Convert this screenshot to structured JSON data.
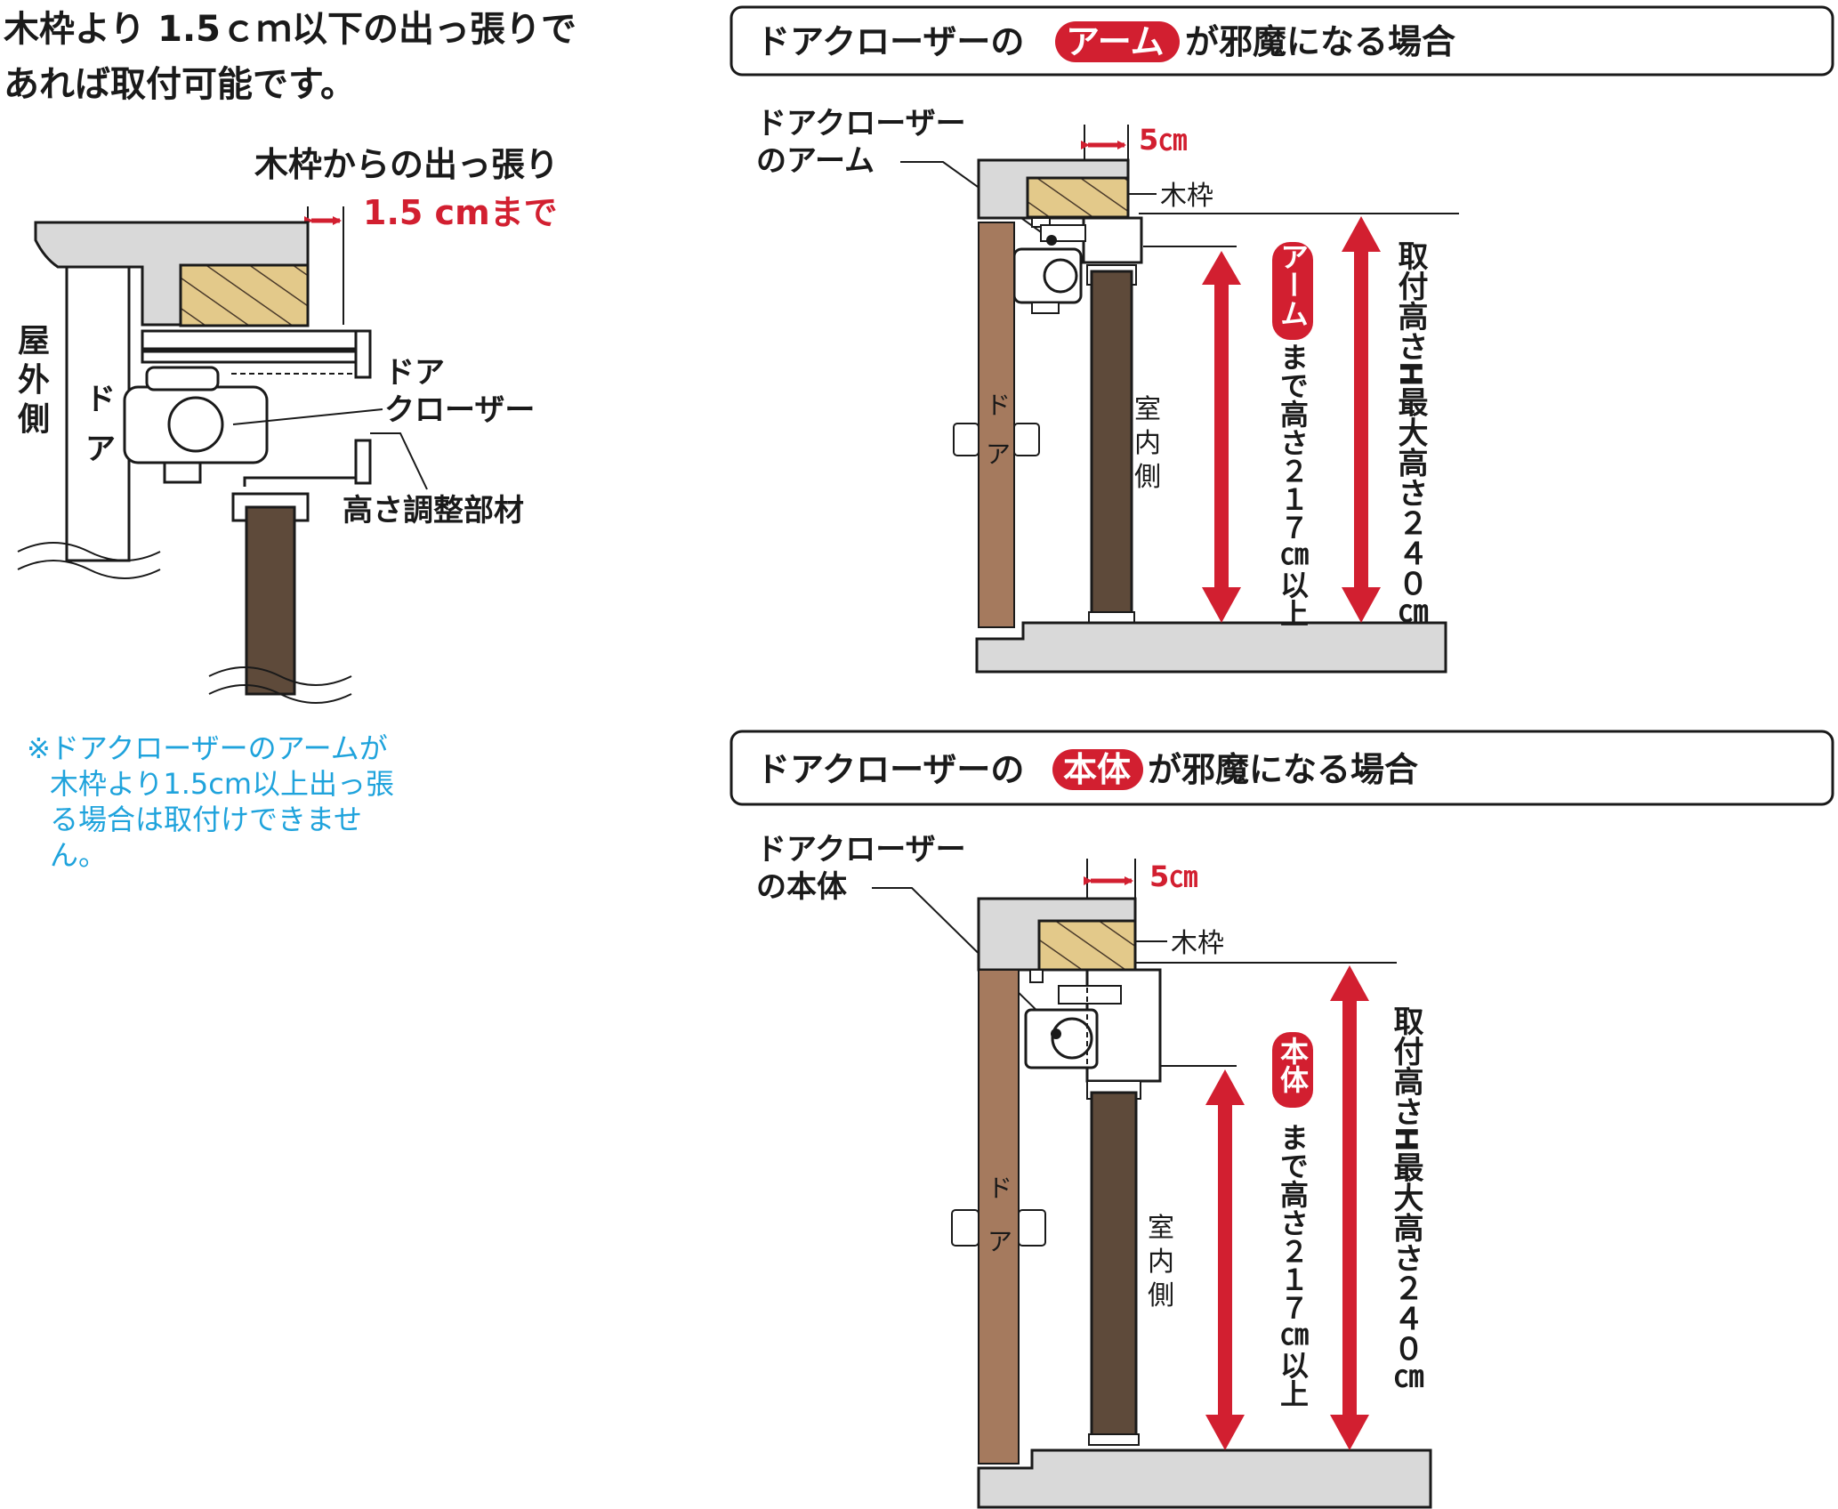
{
  "left": {
    "title": {
      "line1": "木枠より 1.5ｃｍ以下の出っ張りで",
      "line2": "あれば取付可能です。"
    },
    "protrusion_label": "木枠からの出っ張り",
    "protrusion_value": "1.5 cmまで",
    "outdoor_label": "屋外側",
    "door_label": "ドア",
    "closer_label_1": "ドア",
    "closer_label_2": "クローザー",
    "adjust_label": "高さ調整部材",
    "note": {
      "line1": "※ドアクローザーのアームが",
      "line2": "木枠より1.5cm以上出っ張",
      "line3": "る場合は取付けできませ",
      "line4": "ん。"
    }
  },
  "panel_arm": {
    "heading_pre": "ドアクローザーの",
    "heading_badge": "アーム",
    "heading_post": "が邪魔になる場合",
    "callout_line1": "ドアクローザー",
    "callout_line2": "のアーム",
    "dim_label": "5㎝",
    "frame_label": "木枠",
    "door_label": "ドア",
    "indoor_label": "室内側",
    "badge": "アーム",
    "min_text": "まで高さ２１７㎝以上",
    "max_text": "取付高さH最大高さ２４０㎝"
  },
  "panel_body": {
    "heading_pre": "ドアクローザーの",
    "heading_badge": "本体",
    "heading_post": "が邪魔になる場合",
    "callout_line1": "ドアクローザー",
    "callout_line2": "の本体",
    "dim_label": "5㎝",
    "frame_label": "木枠",
    "door_label": "ドア",
    "indoor_label": "室内側",
    "badge": "本体",
    "min_text": "まで高さ２１７㎝以上",
    "max_text": "取付高さH最大高さ２４０㎝"
  },
  "colors": {
    "red": "#d21f30",
    "blue": "#1fa3dc",
    "door": "#a57a5e",
    "post": "#5e4a3a",
    "wall": "#d9d9d9",
    "wood": "#e3c98a"
  }
}
